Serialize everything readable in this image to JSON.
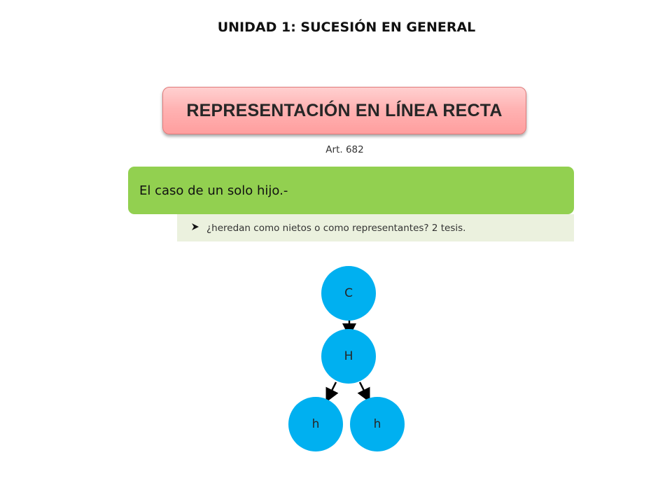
{
  "header": {
    "title": "UNIDAD 1: SUCESIÓN EN GENERAL"
  },
  "banner": {
    "text": "REPRESENTACIÓN EN LÍNEA RECTA"
  },
  "article": {
    "text": "Art. 682"
  },
  "case": {
    "text": "El caso de un solo hijo.-"
  },
  "question": {
    "bullet_icon": "arrow-bullet-icon",
    "text": "¿heredan como nietos o como representantes? 2 tesis."
  },
  "tree": {
    "nodes": {
      "root": "C",
      "child": "H",
      "grandchild_left": "h",
      "grandchild_right": "h"
    },
    "node_color": "#00b0f0",
    "arrow_color": "#000000"
  },
  "colors": {
    "banner": "#ff9e9e",
    "green_box": "#92d050",
    "sub_box": "#ebf1de"
  }
}
